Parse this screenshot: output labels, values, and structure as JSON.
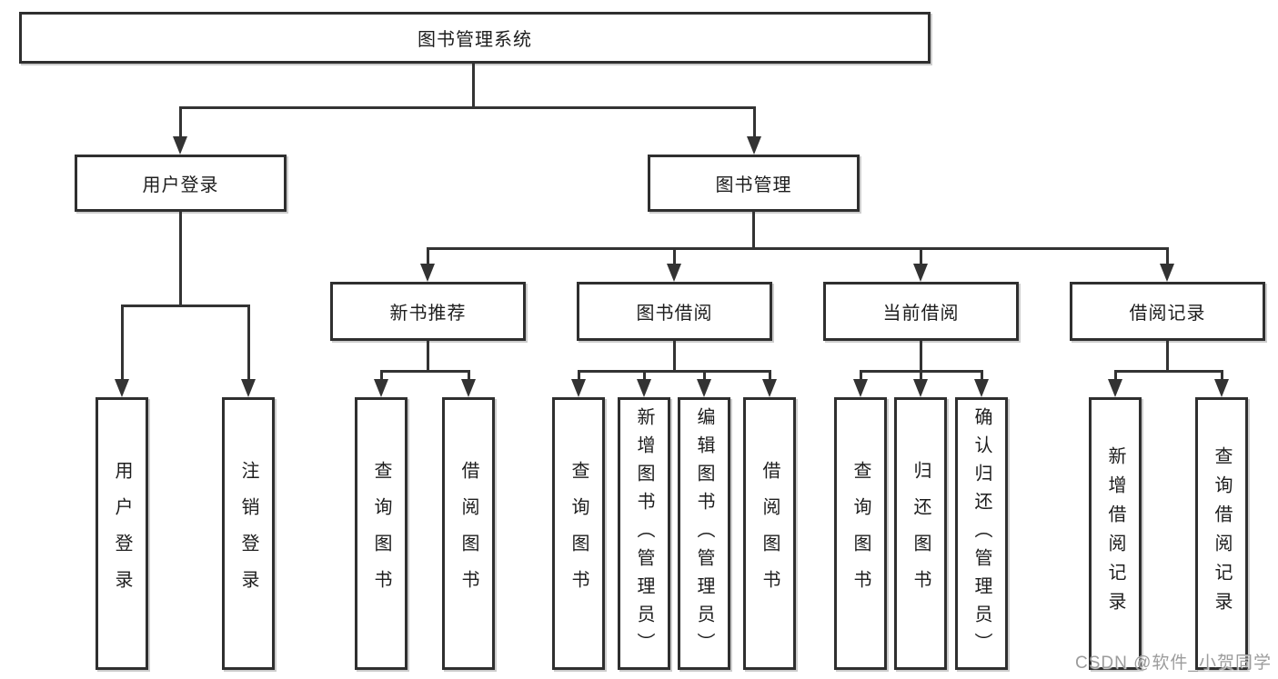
{
  "tree": {
    "label": "图书管理系统",
    "children": [
      {
        "label": "用户登录",
        "children": [
          {
            "label": "用户登录"
          },
          {
            "label": "注销登录"
          }
        ]
      },
      {
        "label": "图书管理",
        "children": [
          {
            "label": "新书推荐",
            "children": [
              {
                "label": "查询图书"
              },
              {
                "label": "借阅图书"
              }
            ]
          },
          {
            "label": "图书借阅",
            "children": [
              {
                "label": "查询图书"
              },
              {
                "label": "新增图书（管理员）"
              },
              {
                "label": "编辑图书（管理员）"
              },
              {
                "label": "借阅图书"
              }
            ]
          },
          {
            "label": "当前借阅",
            "children": [
              {
                "label": "查询图书"
              },
              {
                "label": "归还图书"
              },
              {
                "label": "确认归还（管理员）"
              }
            ]
          },
          {
            "label": "借阅记录",
            "children": [
              {
                "label": "新增借阅记录"
              },
              {
                "label": "查询借阅记录"
              }
            ]
          }
        ]
      }
    ]
  },
  "watermark": {
    "text": "CSDN @软件_小贺同学"
  },
  "colors": {
    "background": "#ffffff",
    "line": "#333333",
    "box_border": "#2f2f2f",
    "text": "#1d1d1d",
    "watermark": "#9c9c9c"
  }
}
